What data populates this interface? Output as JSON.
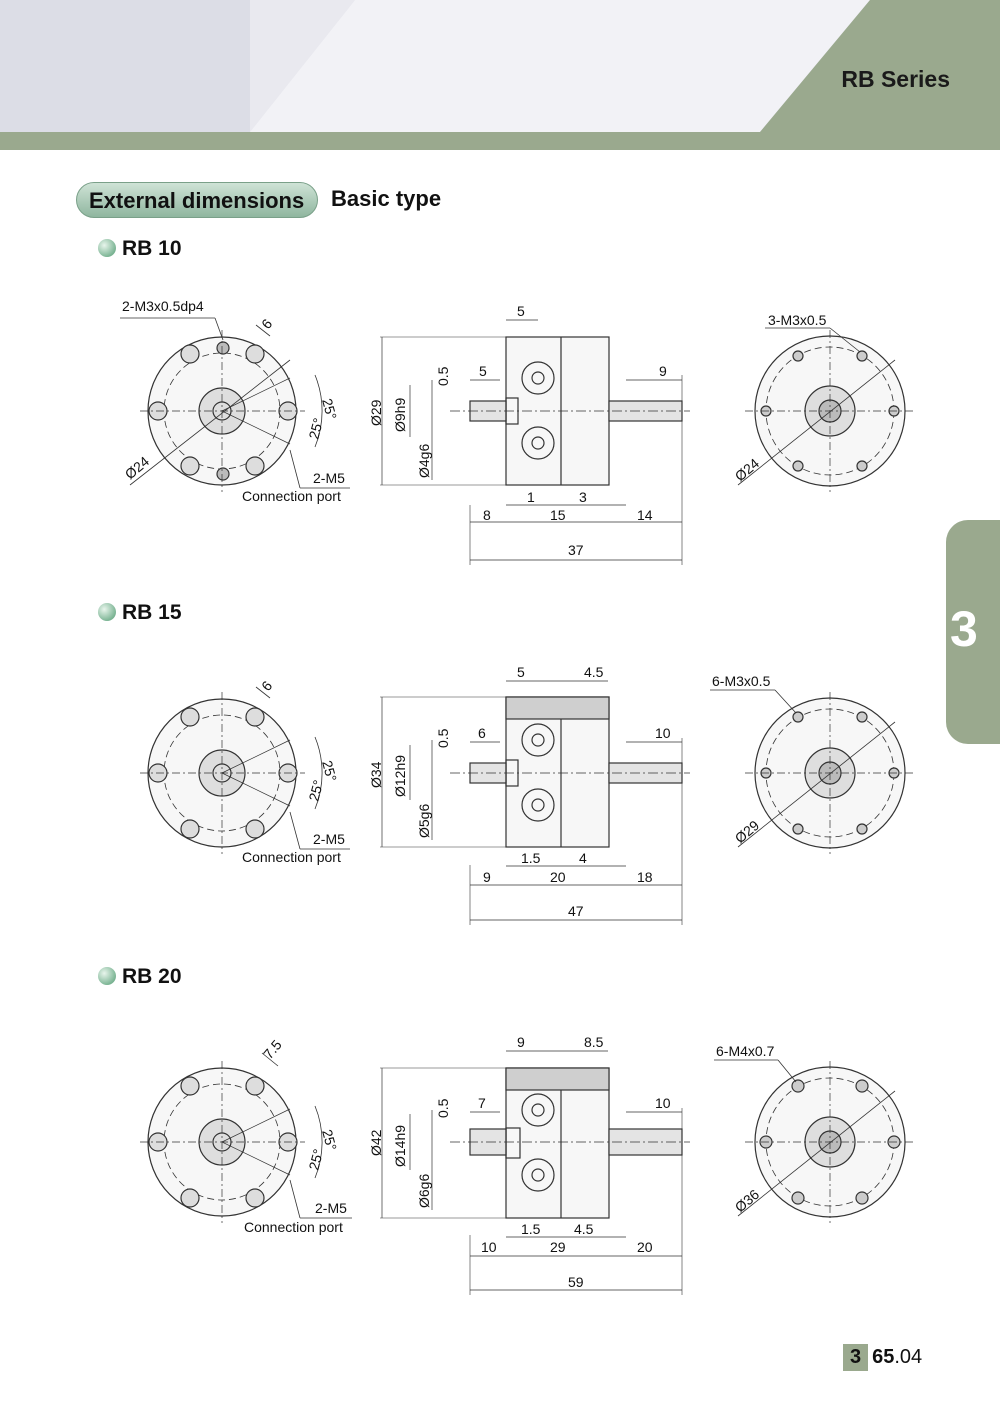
{
  "header": {
    "series": "RB Series",
    "colors": {
      "band": "#9aa98e",
      "light": "#dcdde6"
    }
  },
  "section": {
    "title": "External dimensions",
    "subtitle": "Basic type"
  },
  "chapter_tab": "3",
  "page": {
    "chapter": "3",
    "number": "65",
    "suffix": ".04"
  },
  "rb10": {
    "model": "RB 10",
    "front": {
      "screw": "2-M3x0.5dp4",
      "pitch": "6",
      "ang1": "25°",
      "ang2": "25°",
      "port": "2-M5",
      "port_label": "Connection port",
      "dia": "Ø24"
    },
    "side": {
      "top1": "5",
      "offset": "0.5",
      "sh1": "5",
      "sh2": "9",
      "d_body": "Ø29",
      "d_boss": "Ø9h9",
      "d_shaft": "Ø4g6",
      "s1": "1",
      "s2": "3",
      "b1": "8",
      "b2": "15",
      "b3": "14",
      "total": "37"
    },
    "back": {
      "screw": "3-M3x0.5",
      "dia": "Ø24"
    }
  },
  "rb15": {
    "model": "RB 15",
    "front": {
      "pitch": "6",
      "ang1": "25°",
      "ang2": "25°",
      "port": "2-M5",
      "port_label": "Connection port"
    },
    "side": {
      "top1": "5",
      "top2": "4.5",
      "offset": "0.5",
      "sh1": "6",
      "sh2": "10",
      "d_body": "Ø34",
      "d_boss": "Ø12h9",
      "d_shaft": "Ø5g6",
      "s1": "1.5",
      "s2": "4",
      "b1": "9",
      "b2": "20",
      "b3": "18",
      "total": "47"
    },
    "back": {
      "screw": "6-M3x0.5",
      "dia": "Ø29"
    }
  },
  "rb20": {
    "model": "RB 20",
    "front": {
      "pitch": "7.5",
      "ang1": "25°",
      "ang2": "25°",
      "port": "2-M5",
      "port_label": "Connection port"
    },
    "side": {
      "top1": "9",
      "top2": "8.5",
      "offset": "0.5",
      "sh1": "7",
      "sh2": "10",
      "d_body": "Ø42",
      "d_boss": "Ø14h9",
      "d_shaft": "Ø6g6",
      "s1": "1.5",
      "s2": "4.5",
      "b1": "10",
      "b2": "29",
      "b3": "20",
      "total": "59"
    },
    "back": {
      "screw": "6-M4x0.7",
      "dia": "Ø36"
    }
  }
}
